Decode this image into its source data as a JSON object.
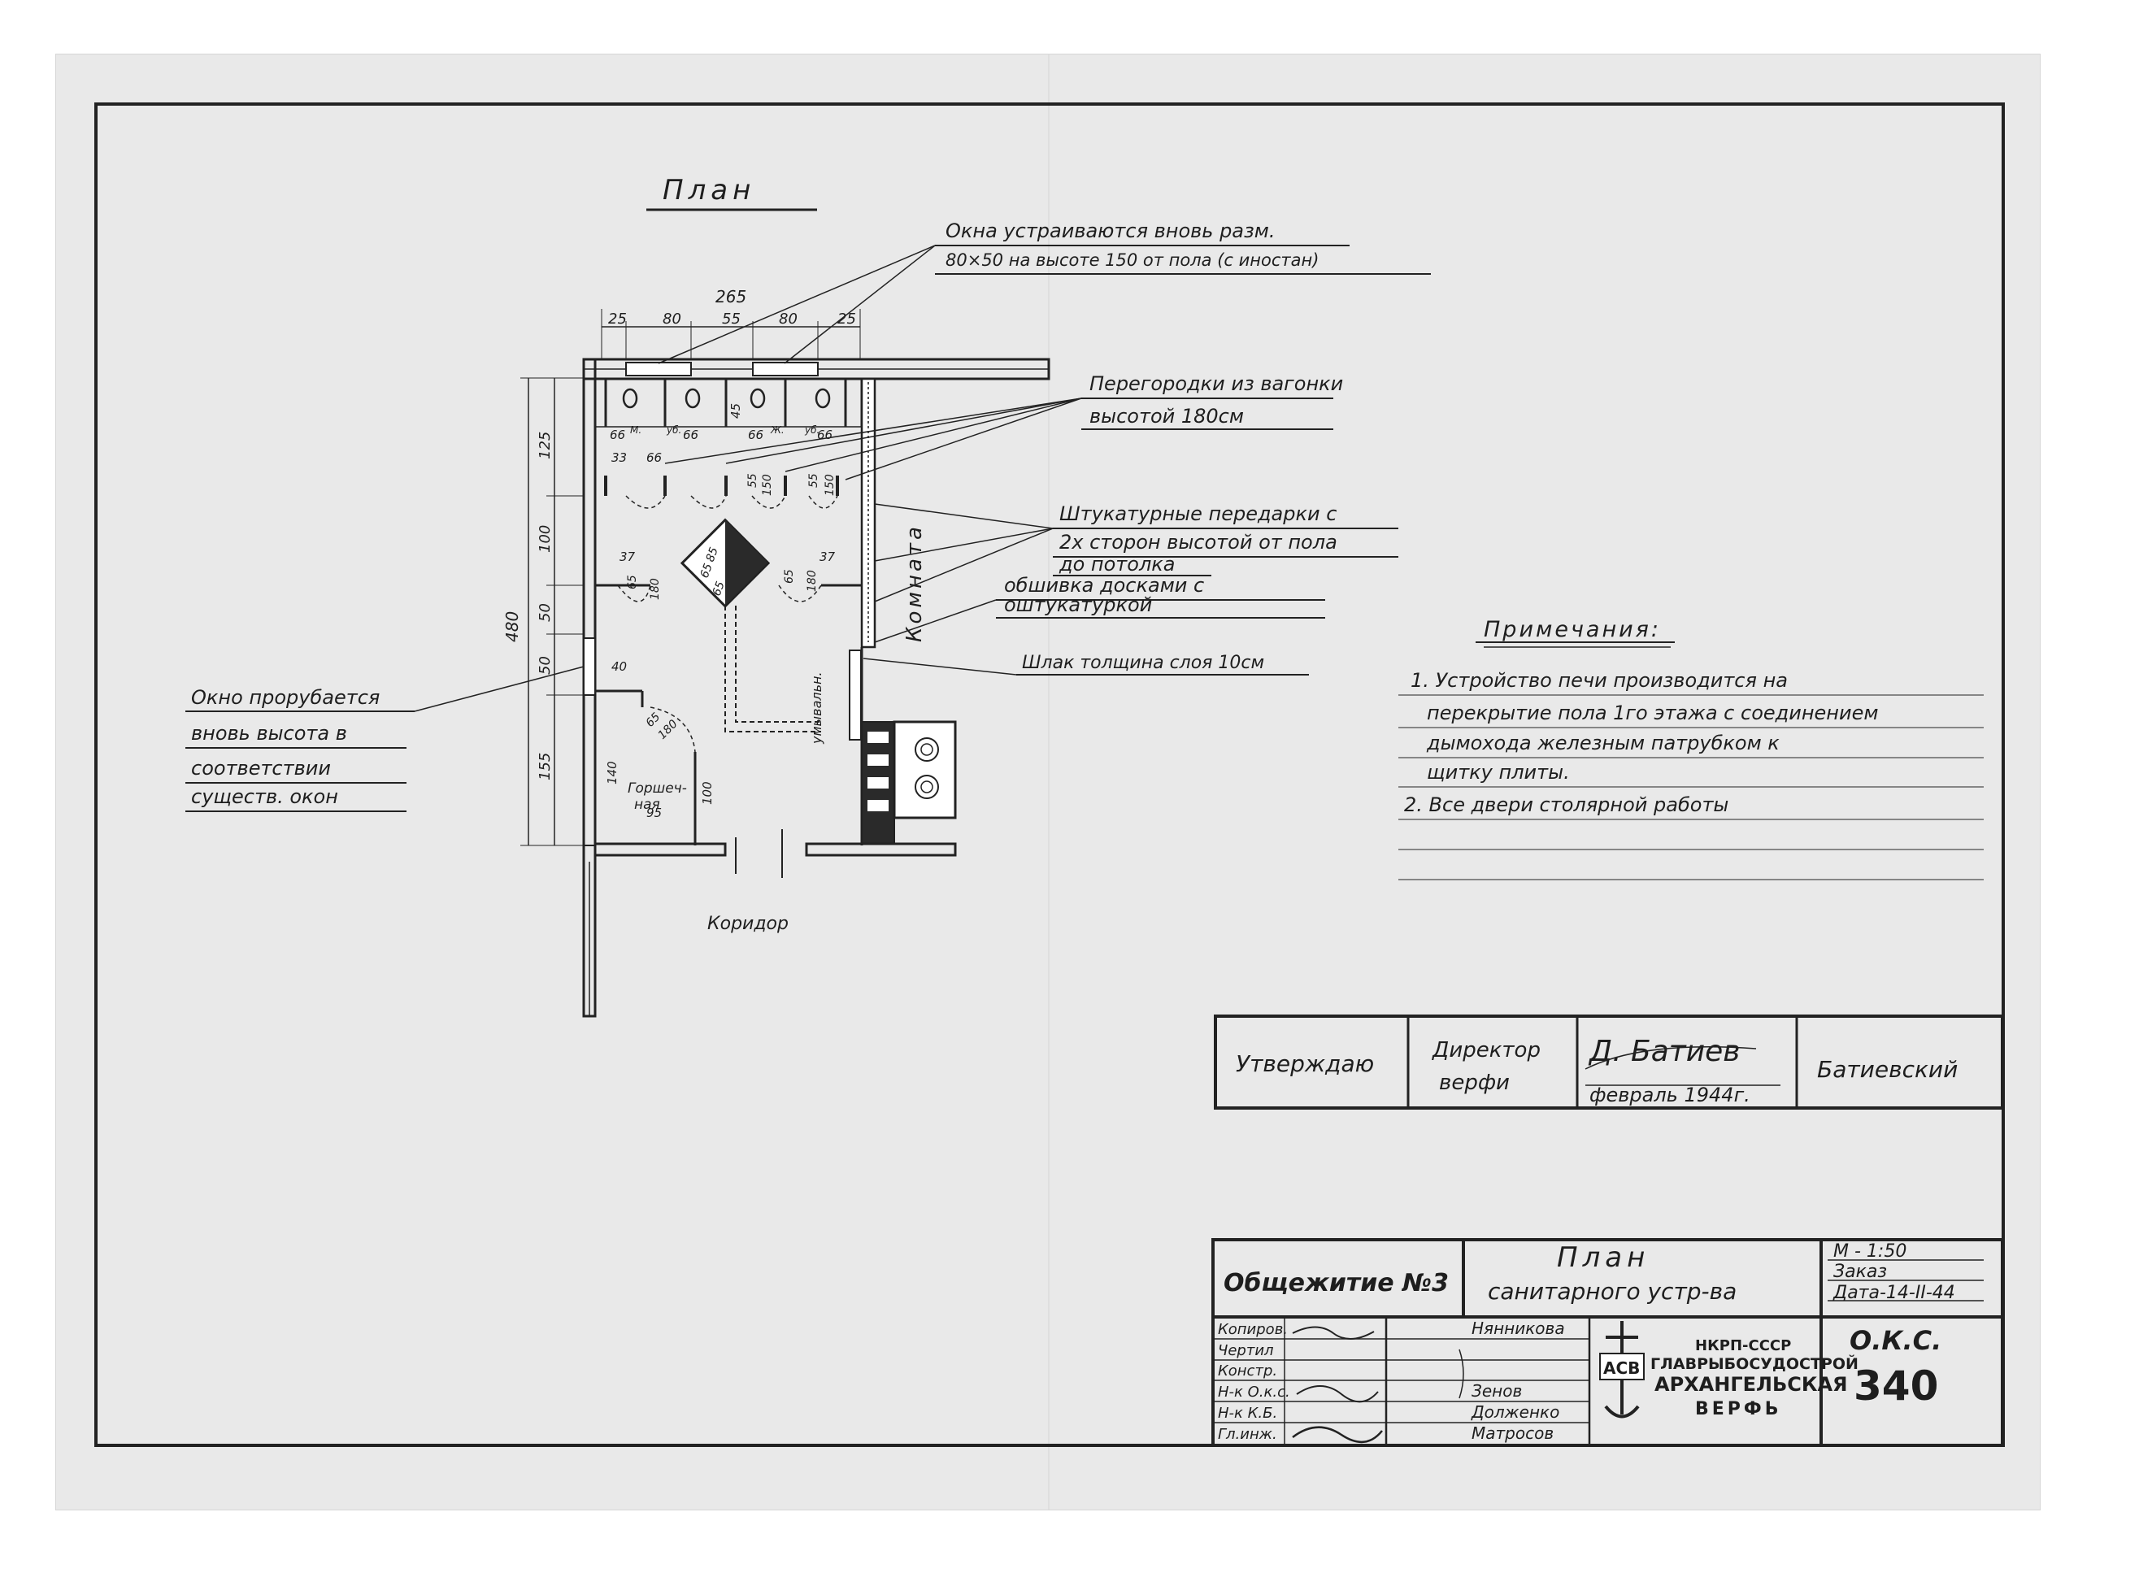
{
  "plan": {
    "title": "План",
    "window_note_line1": "Окна устраиваются вновь разм.",
    "window_note_line2": "80×50 на высоте 150 от пола (с иностан)",
    "partition_note_line1": "Перегородки из вагонки",
    "partition_note_line2": "высотой 180см",
    "plaster_note_line1": "Штукатурные передарки с",
    "plaster_note_line2": "2х сторон высотой от пола",
    "plaster_note_line3": "до потолка",
    "plaster_note_line4": "обшивка досками с",
    "plaster_note_line5": "оштукатуркой",
    "slag_note": "Шлак толщина слоя 10см",
    "window_cut_line1": "Окно прорубается",
    "window_cut_line2": "вновь высота в",
    "window_cut_line3": "соответствии",
    "window_cut_line4": "существ. окон",
    "room_label": "Комната",
    "sink_label": "умывальн.",
    "pot_room_line1": "Горшеч-",
    "pot_room_line2": "ная",
    "corridor_label": "Коридор",
    "dims": {
      "top_total": "265",
      "top_a": "25",
      "top_b": "80",
      "top_c": "55",
      "top_d": "80",
      "top_e": "25",
      "left_total": "480",
      "left_a": "125",
      "left_b": "100",
      "left_c": "50",
      "left_d": "50",
      "left_e": "155",
      "stall_w1": "66",
      "stall_m": "М.",
      "stall_u1": "уб.",
      "stall_w2": "66",
      "stall_w3": "66",
      "stall_zh": "Ж.",
      "stall_u2": "уб.",
      "stall_w4": "66",
      "d33": "33",
      "d66": "66",
      "d45": "45",
      "d55a": "55",
      "d150a": "150",
      "d55b": "55",
      "d150b": "150",
      "d37a": "37",
      "d65a": "65",
      "d180a": "180",
      "stove_a": "65",
      "stove_b": "85",
      "stove_c": "65",
      "d65b": "65",
      "d180b": "180",
      "d37b": "37",
      "d40": "40",
      "d65c": "65",
      "d180c": "180",
      "d140": "140",
      "d95": "95",
      "d100": "100"
    }
  },
  "notes": {
    "title": "Примечания:",
    "line1": "1. Устройство печи производится на",
    "line2": "перекрытие пола 1го этажа с соединением",
    "line3": "дымохода железным патрубком к",
    "line4": "щитку плиты.",
    "line5": "2. Все двери столярной работы"
  },
  "approval": {
    "approve": "Утверждаю",
    "position_line1": "Директор",
    "position_line2": "верфи",
    "date": "февраль 1944г.",
    "name": "Батиевский",
    "signature": "Д. Батиев"
  },
  "title_block": {
    "object": "Общежитие №3",
    "drawing_title_line1": "План",
    "drawing_title_line2": "санитарного устр-ва",
    "scale": "М - 1:50",
    "order": "Заказ",
    "date": "Дата-14-II-44",
    "roles": [
      "Копиров.",
      "Чертил",
      "Констр.",
      "Н-к О.к.с.",
      "Н-к К.Б.",
      "Гл.инж."
    ],
    "names": [
      "Нянникова",
      "",
      "",
      "Зенов",
      "Долженко",
      "Матросов"
    ],
    "org_line1": "НКРП-СССР",
    "org_line2": "ГЛАВРЫБОСУДОСТРОЙ",
    "org_line3": "АРХАНГЕЛЬСКАЯ",
    "org_line4": "ВЕРФЬ",
    "logo_letters": "АСВ",
    "code": "О.К.С.",
    "number": "340"
  }
}
